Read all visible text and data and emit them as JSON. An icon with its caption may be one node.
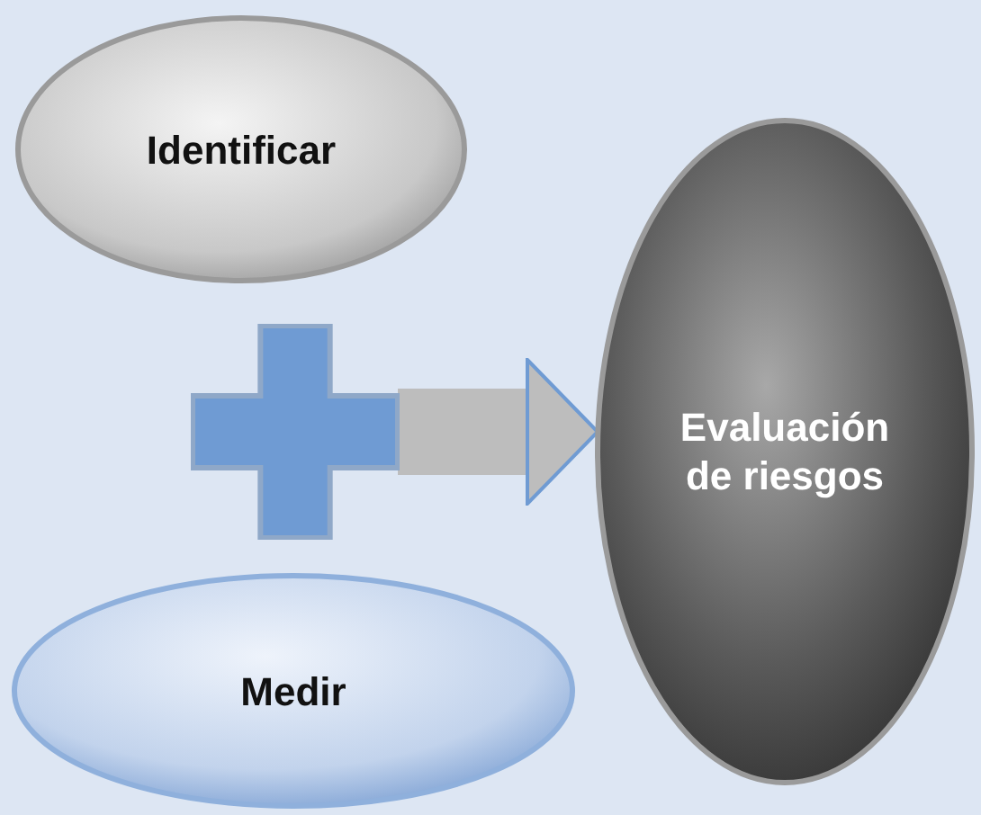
{
  "diagram": {
    "nodes": [
      {
        "text": [
          "Identificar"
        ]
      },
      {
        "text": [],
        "shape": "plus"
      },
      {
        "text": [
          "Evaluación de riesgos"
        ]
      },
      {
        "text": [
          "Medir"
        ]
      }
    ],
    "edges": [
      {
        "from": 1,
        "to": 2,
        "arrow": "to"
      }
    ]
  }
}
